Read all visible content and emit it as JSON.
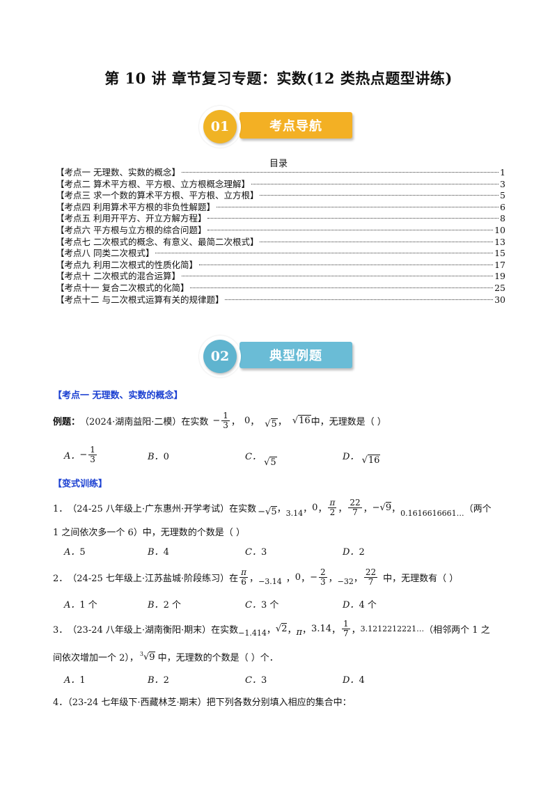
{
  "title": "第 10 讲  章节复习专题：实数(12 类热点题型讲练)",
  "banner1": {
    "num": "01",
    "label": "考点导航",
    "color": "#f3b024"
  },
  "banner2": {
    "num": "02",
    "label": "典型例题",
    "color": "#6abcd6"
  },
  "toc": {
    "heading": "目录",
    "items": [
      {
        "label": "【考点一  无理数、实数的概念】",
        "page": "1"
      },
      {
        "label": "【考点二  算术平方根、平方根、立方根概念理解】",
        "page": "3"
      },
      {
        "label": "【考点三  求一个数的算术平方根、平方根、立方根】",
        "page": "5"
      },
      {
        "label": "【考点四  利用算术平方根的非负性解题】",
        "page": "6"
      },
      {
        "label": "【考点五  利用开平方、开立方解方程】",
        "page": "8"
      },
      {
        "label": "【考点六  平方根与立方根的综合问题】",
        "page": "10"
      },
      {
        "label": "【考点七  二次根式的概念、有意义、最简二次根式】",
        "page": "13"
      },
      {
        "label": "【考点八  同类二次根式】",
        "page": "15"
      },
      {
        "label": "【考点九  利用二次根式的性质化简】",
        "page": "17"
      },
      {
        "label": "【考点十  二次根式的混合运算】",
        "page": "19"
      },
      {
        "label": "【考点十一  复合二次根式的化简】",
        "page": "25"
      },
      {
        "label": "【考点十二  与二次根式运算有关的规律题】",
        "page": "30"
      }
    ]
  },
  "section1": {
    "title": "【考点一  无理数、实数的概念】",
    "example_label": "例题：",
    "example_source": "（2024·湖南益阳·二模）在实数",
    "example_tail": "中，无理数是（    ）",
    "sep": "，",
    "minus": "−",
    "zero": "0",
    "one": "1",
    "three": "3",
    "five": "5",
    "sixteen": "16",
    "options": [
      {
        "letter": "A．"
      },
      {
        "letter": "B．",
        "text": "0"
      },
      {
        "letter": "C．"
      },
      {
        "letter": "D．"
      }
    ]
  },
  "variant": {
    "title": "【变式训练】",
    "q1": {
      "num": "1．",
      "source": "（24-25 八年级上·广东惠州·开学考试）在实数",
      "v3_14": "3.14",
      "v0": "0",
      "pi": "π",
      "two": "2",
      "n22": "22",
      "seven": "7",
      "nine": "9",
      "five": "5",
      "longnum": "0.1616616661…",
      "tail1": "（两个",
      "line2": "1 之间依次多一个 6）中，无理数的个数是（    ）",
      "options": [
        "5",
        "4",
        "3",
        "2"
      ]
    },
    "q2": {
      "num": "2．",
      "source": "（24-25 七年级上·江苏盐城·阶段练习）在",
      "pi": "π",
      "six": "6",
      "neg314": "−3.14",
      "zero": "0",
      "two": "2",
      "three": "3",
      "neg32": "−32",
      "n22": "22",
      "seven": "7",
      "tail": "中，无理数有（    ）",
      "options": [
        "1 个",
        "2 个",
        "3 个",
        "4 个"
      ]
    },
    "q3": {
      "num": "3．",
      "source": "（23-24 八年级上·湖南衡阳·期末）在实数",
      "neg1414": "−1.414",
      "two": "2",
      "pi": "π",
      "v314": "3.14",
      "one": "1",
      "seven": "7",
      "longnum": "3.1212212221…",
      "tail1": "（相邻两个 1 之",
      "line2a": "间依次增加一个 2），",
      "cbrt_index": "3",
      "nine": "9",
      "line2b": "中，无理数的个数是（    ）个．",
      "options": [
        "1",
        "2",
        "3",
        "4"
      ]
    },
    "q4": {
      "num": "4．",
      "text": "（23-24 七年级下·西藏林芝·期末）把下列各数分别填入相应的集合中："
    },
    "letters": [
      "A．",
      "B．",
      "C．",
      "D．"
    ]
  }
}
